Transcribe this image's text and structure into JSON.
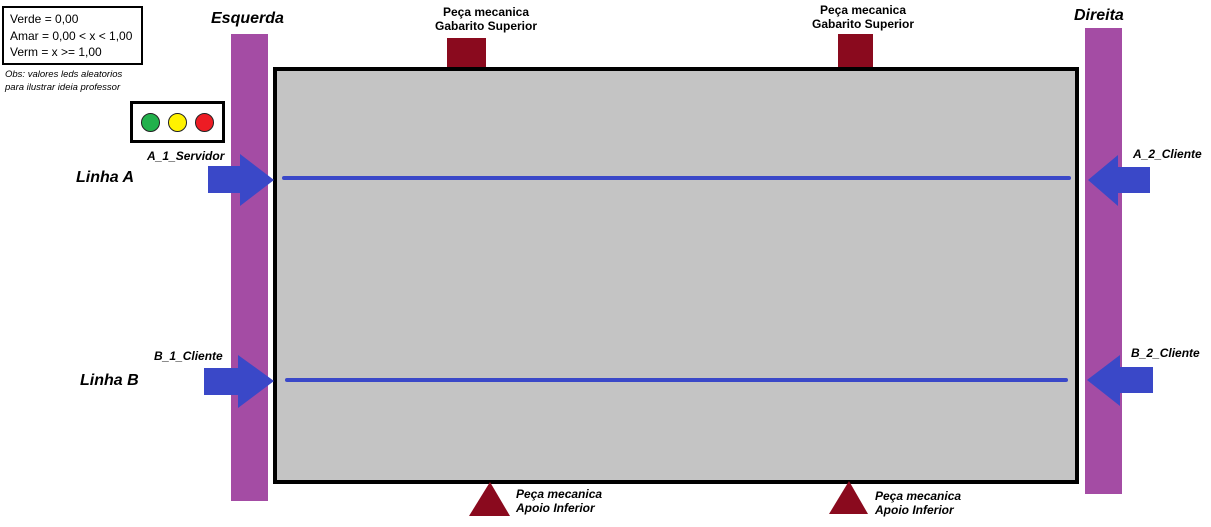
{
  "legend": {
    "lines": [
      "Verde = 0,00",
      "Amar = 0,00 < x < 1,00",
      "Verm = x >= 1,00"
    ],
    "note_line1": "Obs: valores leds aleatorios",
    "note_line2": "para ilustrar ideia professor"
  },
  "leds": [
    {
      "name": "green",
      "color": "#22b14c"
    },
    {
      "name": "yellow",
      "color": "#fff200"
    },
    {
      "name": "red",
      "color": "#ed1c24"
    }
  ],
  "sides": {
    "left_title": "Esquerda",
    "right_title": "Direita",
    "bar_color": "#a44ca4"
  },
  "lines": {
    "a_label": "Linha A",
    "b_label": "Linha B",
    "color": "#3a48c8"
  },
  "ports": {
    "a1": "A_1_Servidor",
    "a2": "A_2_Cliente",
    "b1": "B_1_Cliente",
    "b2": "B_2_Cliente"
  },
  "parts": {
    "top_line1": "Peça mecanica",
    "top_line2": "Gabarito Superior",
    "bottom_line1": "Peça mecanica",
    "bottom_line2": "Apoio Inferior",
    "color": "#8a0a1e"
  },
  "panel_color": "#c4c4c4",
  "arrow_color": "#3a48c8"
}
